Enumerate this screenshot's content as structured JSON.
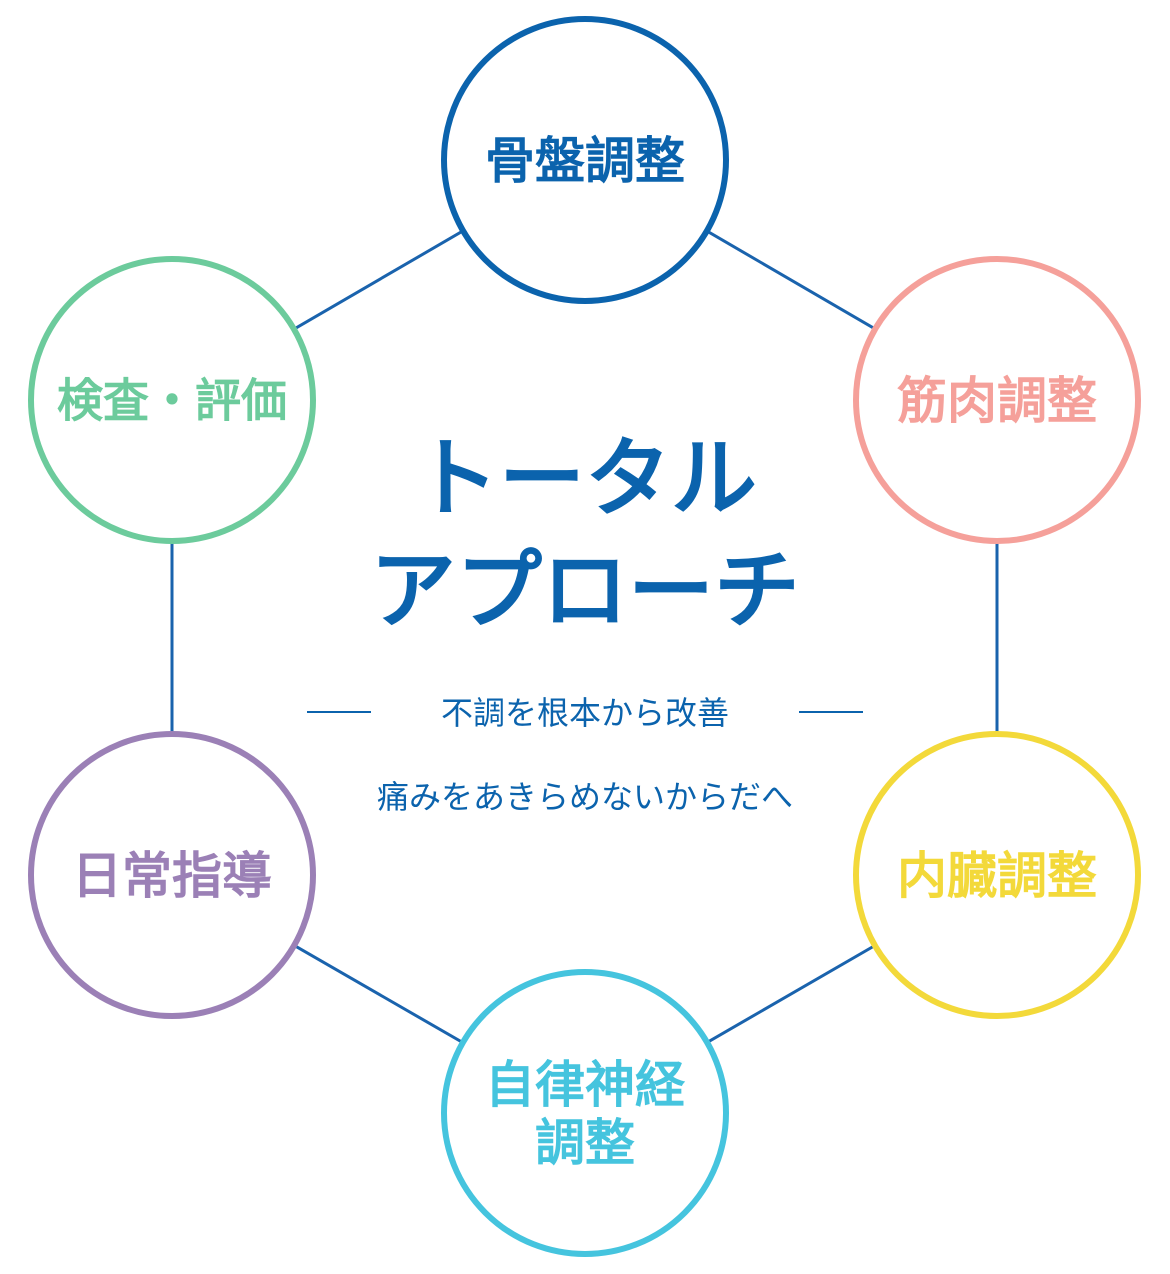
{
  "diagram": {
    "nodes": [
      {
        "id": "bone",
        "lines": [
          "骨盤調整"
        ],
        "color": "#0b63ad"
      },
      {
        "id": "muscle",
        "lines": [
          "筋肉調整"
        ],
        "color": "#f5a09a"
      },
      {
        "id": "organ",
        "lines": [
          "内臓調整"
        ],
        "color": "#f3d93a"
      },
      {
        "id": "autonomic",
        "lines": [
          "自律神経",
          "調整"
        ],
        "color": "#45c4de"
      },
      {
        "id": "daily",
        "lines": [
          "日常指導"
        ],
        "color": "#9b80b6"
      },
      {
        "id": "exam",
        "lines": [
          "検査・評価"
        ],
        "color": "#6ccb9c"
      }
    ],
    "edge_color": "#1a63ad",
    "center": {
      "title_line1": "トータル",
      "title_line2": "アプローチ",
      "subtitle": "不調を根本から改善",
      "tagline": "痛みをあきらめないからだへ",
      "color": "#0b63ad"
    }
  }
}
